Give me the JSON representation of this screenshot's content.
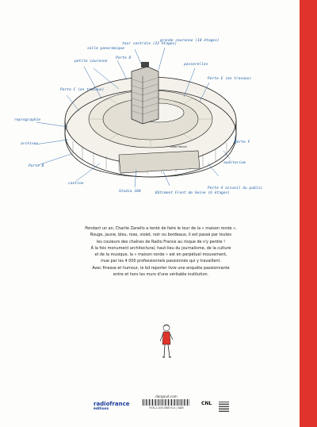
{
  "colors": {
    "accent_red": "#e0332b",
    "ink_blue": "#1f5fa8",
    "text": "#222222"
  },
  "illustration_labels": {
    "salle_panoramique": "salle panoramique",
    "tour_centrale": "tour centrale (22 étages)",
    "petite_couronne": "petite couronne",
    "porte_d": "Porte D",
    "grande_couronne": "grande couronne (10 étages)",
    "passerelles": "passerelles",
    "porte_c": "Porte C (en travaux)",
    "porte_e": "Porte E (en travaux)",
    "reprographie": "reprographie",
    "archives": "archives",
    "porte_b": "Porte B",
    "cantine": "cantine",
    "studio": "Studio 104",
    "batiment": "Bâtiment Front de Seine (6 étages)",
    "porte_a": "Porte A accueil du public",
    "auditorium": "auditorium",
    "porte_f": "Porte F",
    "radio_france_sign": "radio france"
  },
  "blurb": {
    "p1": "Pendant un an, Charlie Zanello a tenté de faire le tour de la « maison ronde ».",
    "p2": "Rouge, jaune, bleu, rose, violet, noir ou bordeaux, il est passé par toutes",
    "p3": "les couleurs des chaînes de Radio France au risque de s'y perdre !",
    "p4": "À la fois monument architectural, haut-lieu du journalisme, de la culture",
    "p5": "et de la musique, la « maison ronde » est en perpétuel mouvement,",
    "p6": "mue par les 4 000 professionnels passionnés qui y travaillent.",
    "p7": "Avec finesse et humour, le bd reporter livre une enquête passionnante",
    "p8": "entre et hors les murs d'une véritable institution."
  },
  "footer": {
    "website": "dargaud.com",
    "isbn": "978-2-205-08873-0 / DAR",
    "publisher_logo_line1": "radiofrance",
    "publisher_logo_line2": "éditions",
    "cnl_logo": "CNL"
  }
}
